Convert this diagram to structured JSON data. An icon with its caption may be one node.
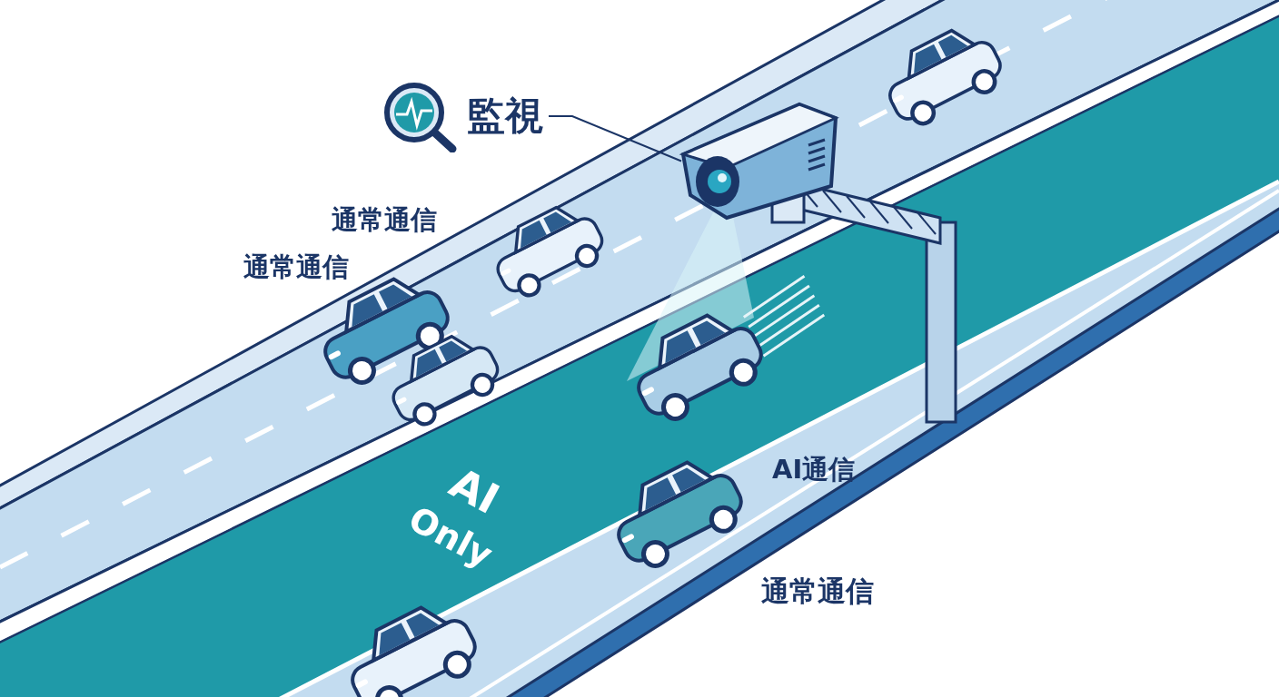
{
  "diagram": {
    "nodes": [
      {
        "text": [
          "監視"
        ]
      },
      {
        "text": [],
        "shape": "picture"
      }
    ],
    "edges": [
      {
        "from": 0,
        "to": 1,
        "arrow": "none"
      }
    ],
    "labels": [
      "通常通信",
      "通常通信",
      "AI通信",
      "AI",
      "Only",
      "通常通信"
    ]
  }
}
